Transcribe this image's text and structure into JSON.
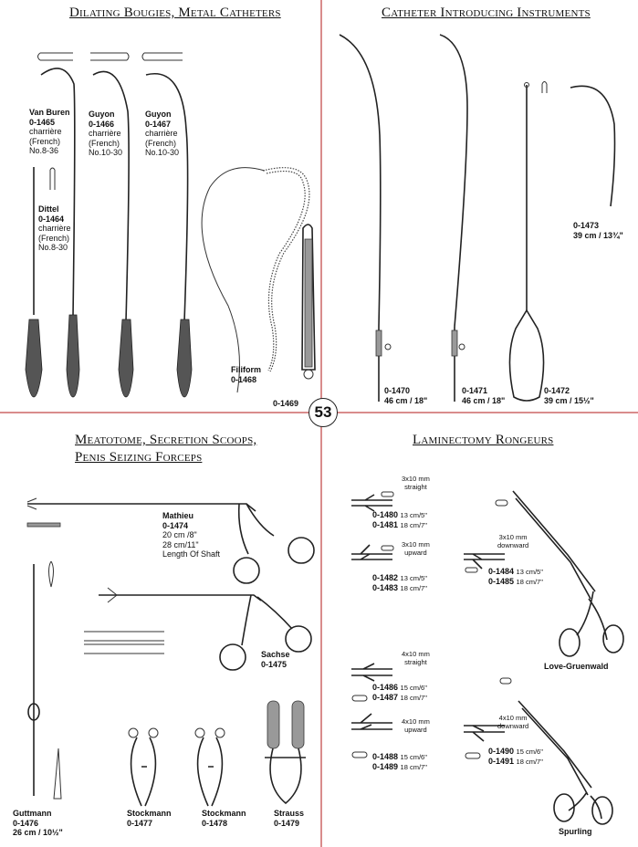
{
  "page_number": "53",
  "sections": {
    "dilating": {
      "title": "Dilating Bougies, Metal Catheters",
      "items": {
        "van_buren": {
          "name": "Van Buren",
          "code": "0-1465",
          "l1": "charrière",
          "l2": "(French)",
          "l3": "No.8-36"
        },
        "guyon_1466": {
          "name": "Guyon",
          "code": "0-1466",
          "l1": "charrière",
          "l2": "(French)",
          "l3": "No.10-30"
        },
        "guyon_1467": {
          "name": "Guyon",
          "code": "0-1467",
          "l1": "charrière",
          "l2": "(French)",
          "l3": "No.10-30"
        },
        "dittel": {
          "name": "Dittel",
          "code": "0-1464",
          "l1": "charrière",
          "l2": "(French)",
          "l3": "No.8-30"
        },
        "filiform": {
          "name": "Filiform",
          "code": "0-1468"
        },
        "item_1469": {
          "code": "0-1469"
        }
      }
    },
    "catheter": {
      "title": "Catheter Introducing Instruments",
      "items": {
        "i1470": {
          "code": "0-1470",
          "size": "46 cm / 18\""
        },
        "i1471": {
          "code": "0-1471",
          "size": "46 cm / 18\""
        },
        "i1472": {
          "code": "0-1472",
          "size": "39 cm / 15½\""
        },
        "i1473": {
          "code": "0-1473",
          "size": "39 cm / 13¾\""
        }
      }
    },
    "meatotome": {
      "title_line1": "Meatotome, Secretion Scoops,",
      "title_line2": "Penis Seizing Forceps",
      "items": {
        "mathieu": {
          "name": "Mathieu",
          "code": "0-1474",
          "l1": "20 cm /8\"",
          "l2": "28 cm/11\"",
          "l3": "Length Of Shaft"
        },
        "sachse": {
          "name": "Sachse",
          "code": "0-1475"
        },
        "guttmann": {
          "name": "Guttmann",
          "code": "0-1476",
          "size": "26 cm / 10½\""
        },
        "stockmann_1477": {
          "name": "Stockmann",
          "code": "0-1477"
        },
        "stockmann_1478": {
          "name": "Stockmann",
          "code": "0-1478"
        },
        "strauss": {
          "name": "Strauss",
          "code": "0-1479"
        }
      }
    },
    "laminectomy": {
      "title": "Laminectomy Rongeurs",
      "items": {
        "g1": {
          "spec1": "3x10 mm",
          "spec2": "straight",
          "a_code": "0-1480",
          "a_size": "13 cm/5\"",
          "b_code": "0-1481",
          "b_size": "18 cm/7\""
        },
        "g2": {
          "spec1": "3x10 mm",
          "spec2": "upward",
          "a_code": "0-1482",
          "a_size": "13 cm/5\"",
          "b_code": "0-1483",
          "b_size": "18 cm/7\""
        },
        "g3": {
          "spec1": "3x10 mm",
          "spec2": "downward",
          "a_code": "0-1484",
          "a_size": "13 cm/5\"",
          "b_code": "0-1485",
          "b_size": "18 cm/7\""
        },
        "g4": {
          "spec1": "4x10 mm",
          "spec2": "straight",
          "a_code": "0-1486",
          "a_size": "15 cm/6\"",
          "b_code": "0-1487",
          "b_size": "18 cm/7\""
        },
        "g5": {
          "spec1": "4x10 mm",
          "spec2": "upward",
          "a_code": "0-1488",
          "a_size": "15 cm/6\"",
          "b_code": "0-1489",
          "b_size": "18 cm/7\""
        },
        "g6": {
          "spec1": "4x10 mm",
          "spec2": "downward",
          "a_code": "0-1490",
          "a_size": "15 cm/6\"",
          "b_code": "0-1491",
          "b_size": "18 cm/7\""
        },
        "love": {
          "name": "Love-Gruenwald"
        },
        "spurling": {
          "name": "Spurling"
        }
      }
    }
  }
}
